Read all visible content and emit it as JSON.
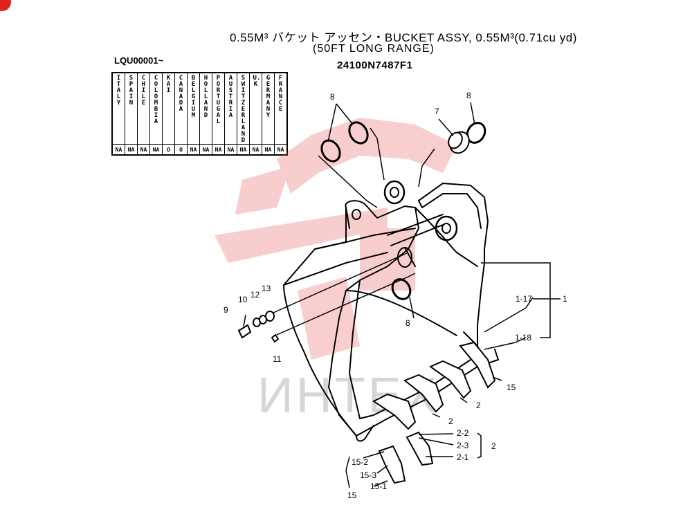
{
  "header": {
    "title": "0.55M³ バケット アッセン・BUCKET ASSY, 0.55M³(0.71cu yd)",
    "subtitle": "(50FT LONG RANGE)",
    "part_number": "24100N7487F1",
    "serial": "LQU00001~"
  },
  "country_table": {
    "columns": [
      {
        "name": "ITALY",
        "mark": "NA"
      },
      {
        "name": "SPAIN",
        "mark": "NA"
      },
      {
        "name": "CHILE",
        "mark": "NA"
      },
      {
        "name": "COLOMBIA",
        "mark": "NA"
      },
      {
        "name": "KAI",
        "mark": "O"
      },
      {
        "name": "CANADA",
        "mark": "O"
      },
      {
        "name": "BELGIUM",
        "mark": "NA"
      },
      {
        "name": "HOLLAND",
        "mark": "NA"
      },
      {
        "name": "PORTUGAL",
        "mark": "NA"
      },
      {
        "name": "AUSTRIA",
        "mark": "NA"
      },
      {
        "name": "SWITZER LAND",
        "mark": "NA"
      },
      {
        "name": "U.K",
        "mark": "NA"
      },
      {
        "name": "GERMANY",
        "mark": "NA"
      },
      {
        "name": "FRANCE",
        "mark": "NA"
      }
    ]
  },
  "callouts": {
    "c8a": "8",
    "c8b": "8",
    "c8c": "8",
    "c7": "7",
    "c9": "9",
    "c10": "10",
    "c12": "12",
    "c13": "13",
    "c11": "11",
    "c1_17": "1-17",
    "c1": "1",
    "c1_18": "1-18",
    "c15": "15",
    "c2a": "2",
    "c2b": "2",
    "c2_2": "2-2",
    "c2_3": "2-3",
    "c2_1": "2-1",
    "c2c": "2",
    "c15_2": "15-2",
    "c15_3": "15-3",
    "c15_1": "15-1",
    "c15b": "15"
  },
  "watermark": {
    "text": "ИНТЕХ",
    "color": "#e85050"
  }
}
